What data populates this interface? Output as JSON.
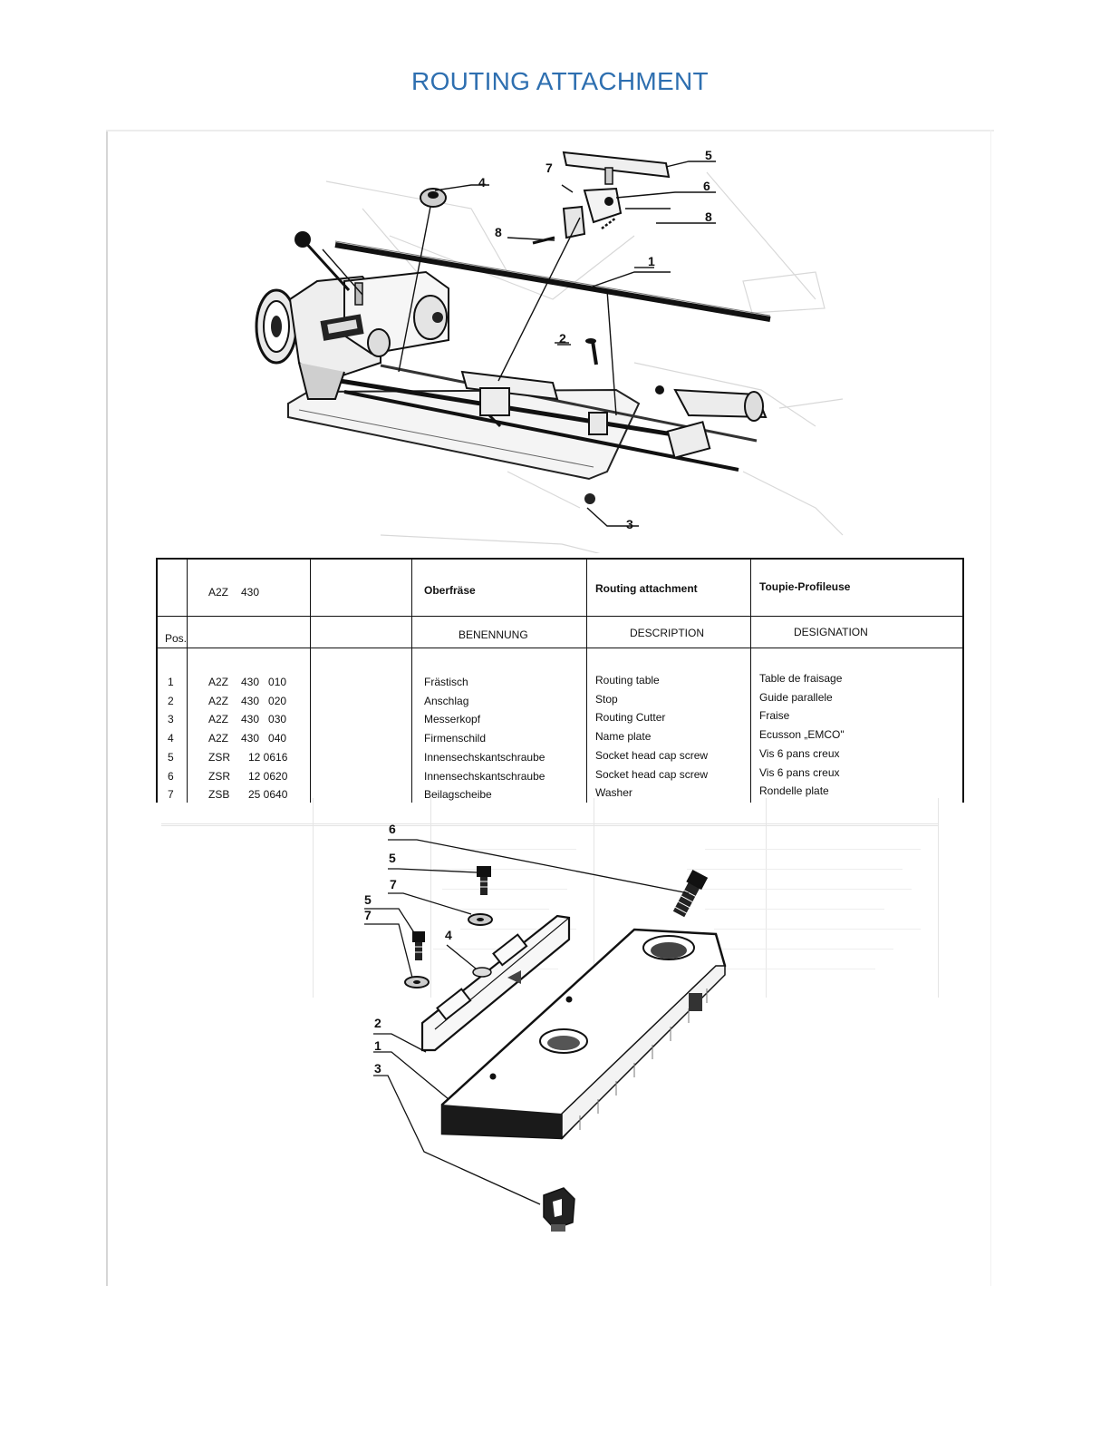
{
  "page": {
    "title": "ROUTING ATTACHMENT"
  },
  "figure_top": {
    "callouts": [
      "1",
      "2",
      "3",
      "4",
      "5",
      "6",
      "7",
      "8",
      "8"
    ]
  },
  "parts_list": {
    "group_code": "A2Z",
    "group_number": "430",
    "title_de": "Oberfräse",
    "title_en": "Routing attachment",
    "title_fr": "Toupie-Profileuse",
    "pos_label": "Pos.",
    "col_de": "BENENNUNG",
    "col_en": "DESCRIPTION",
    "col_fr": "DESIGNATION",
    "rows": [
      {
        "pos": "1",
        "prefix": "A2Z",
        "number": "430   010",
        "de": "Frästisch",
        "en": "Routing table",
        "fr": "Table de fraisage"
      },
      {
        "pos": "2",
        "prefix": "A2Z",
        "number": "430   020",
        "de": "Anschlag",
        "en": "Stop",
        "fr": "Guide parallele"
      },
      {
        "pos": "3",
        "prefix": "A2Z",
        "number": "430   030",
        "de": "Messerkopf",
        "en": "Routing Cutter",
        "fr": "Fraise"
      },
      {
        "pos": "4",
        "prefix": "A2Z",
        "number": "430   040",
        "de": "Firmenschild",
        "en": "Name plate",
        "fr": "Ecusson „EMCO\""
      },
      {
        "pos": "5",
        "prefix": "ZSR",
        "number": "12 0616",
        "de": "Innensechskantschraube",
        "en": "Socket head cap screw",
        "fr": "Vis 6 pans creux"
      },
      {
        "pos": "6",
        "prefix": "ZSR",
        "number": "12 0620",
        "de": "Innensechskantschraube",
        "en": "Socket head cap screw",
        "fr": "Vis 6 pans creux"
      },
      {
        "pos": "7",
        "prefix": "ZSB",
        "number": "25 0640",
        "de": "Beilagscheibe",
        "en": "Washer",
        "fr": "Rondelle plate"
      }
    ]
  },
  "figure_bottom": {
    "callouts": [
      "1",
      "2",
      "3",
      "4",
      "5",
      "6",
      "7",
      "5",
      "7"
    ]
  }
}
